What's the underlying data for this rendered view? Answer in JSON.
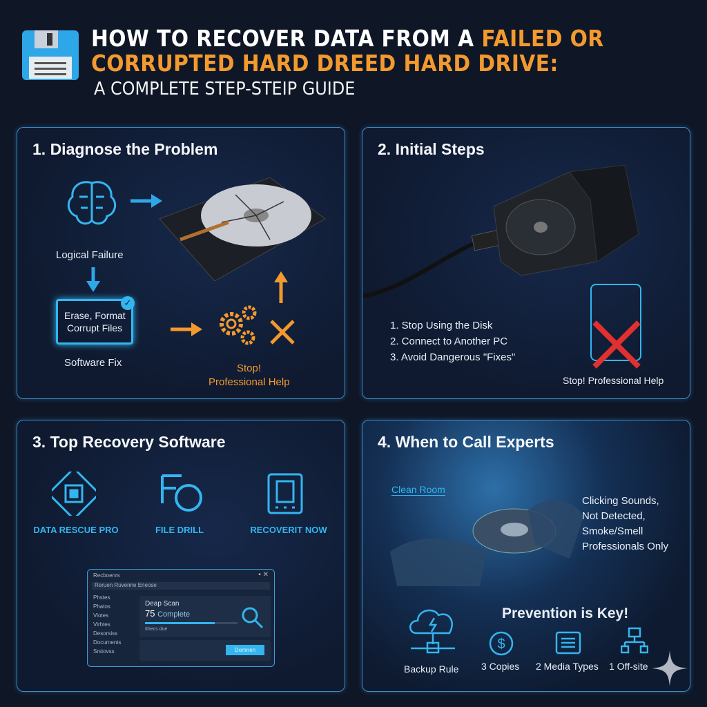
{
  "header": {
    "title_line1_white": "HOW TO RECOVER DATA FROM A ",
    "title_line1_orange": "FAILED OR",
    "title_line2": "CORRUPTED HARD DREED HARD DRIVE:",
    "subtitle": "A COMPLETE STEP-STEIP GUIDE",
    "icon": "floppy-disk-icon"
  },
  "panel1": {
    "heading": "1. Diagnose the Problem",
    "logical": "Logical Failure",
    "erase": "Erase, Format",
    "corrupt": "Corrupt Files",
    "software_fix": "Software Fix",
    "stop": "Stop!",
    "pro_help": "Professional Help"
  },
  "panel2": {
    "heading": "2. Initial Steps",
    "steps": [
      "1. Stop Using the Disk",
      "2. Connect to Another PC",
      "3. Avoid Dangerous \"Fixes\""
    ],
    "stop_help": "Stop! Professional Help"
  },
  "panel3": {
    "heading": "3. Top Recovery Software",
    "software": [
      "DATA RESCUE PRO",
      "FILE DRILL",
      "RECOVERIT NOW"
    ],
    "window": {
      "title": "Recboenrs",
      "tabs": "Reruen  Ruvenne  Eneose",
      "sidebar": [
        "Phstes",
        "Phatos",
        "Viotes",
        "Virhtes",
        "Desorsiss",
        "Documents",
        "Srstovss"
      ],
      "scan_title": "Deap Scan",
      "progress_value": "75",
      "progress_label": "Complete",
      "progress_fraction": 0.75,
      "status": "Ithecs doe",
      "button": "Domnen"
    }
  },
  "panel4": {
    "heading": "4. When to Call Experts",
    "clean_room": "Clean Room",
    "signs": [
      "Clicking Sounds,",
      "Not Detected,",
      "Smoke/Smell",
      "Professionals Only"
    ],
    "prevention": "Prevention is Key!",
    "backup": "Backup Rule",
    "items": [
      "3 Copies",
      "2 Media Types",
      "1 Off-site"
    ]
  },
  "colors": {
    "accent": "#33b6f0",
    "orange": "#f39a2e",
    "red": "#e03030"
  }
}
